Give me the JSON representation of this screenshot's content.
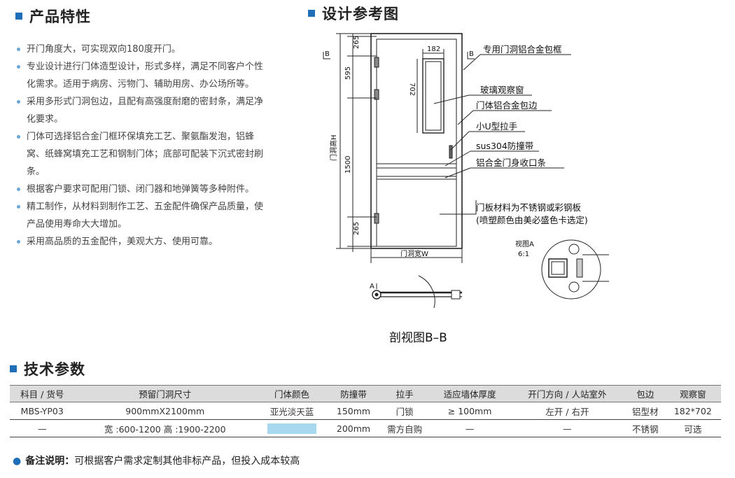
{
  "features_section": {
    "title": "产品特性",
    "items": [
      "开门角度大，可实现双向180度开门。",
      "专业设计进行门体造型设计，形式多样，满足不同客户个性化需求。适用于病房、污物门、辅助用房、办公场所等。",
      "采用多形式门洞包边，且配有高强度耐磨的密封条，满足净化要求。",
      "门体可选择铝合金门框环保填充工艺、聚氨酯发泡，铝蜂窝、纸蜂窝填充工艺和钢制门体；底部可配装下沉式密封刷条。",
      "根据客户要求可配用门锁、闭门器和地弹簧等多种附件。",
      "精工制作，从材料到制作工艺、五金配件确保产品质量，使产品使用寿命大大增加。",
      "采用高品质的五金配件，美观大方、使用可靠。"
    ]
  },
  "design_section": {
    "title": "设计参考图",
    "dims": {
      "top_265": "265",
      "upper_595": "595",
      "mid_1500": "1500",
      "bottom_265": "265",
      "window_width": "182",
      "window_height": "702",
      "door_height": "门洞高H",
      "door_width": "门洞宽W"
    },
    "markers": {
      "b_left": "B",
      "b_right": "B",
      "a_mark": "A",
      "view_a": "视图A",
      "view_scale": "6:1"
    },
    "callouts": {
      "frame": "专用门洞铝合金包框",
      "window": "玻璃观察窗",
      "wrap": "门体铝合金包边",
      "handle": "小U型拉手",
      "bumper": "sus304防撞带",
      "strip": "铝合金门身收口条",
      "panel1": "门板材料为不锈钢或彩钢板",
      "panel2": "(喷塑颜色由美必盛色卡选定)"
    },
    "section_caption": "剖视图B–B"
  },
  "tech_section": {
    "title": "技术参数",
    "headers": [
      "科目 / 货号",
      "预留门洞尺寸",
      "门体颜色",
      "防撞带",
      "拉手",
      "适应墙体厚度",
      "开门方向 / 人站室外",
      "包边",
      "观察窗"
    ],
    "row1": [
      "MBS-YP03",
      "900mmX2100mm",
      "亚光淡天蓝",
      "150mm",
      "门锁",
      "≥ 100mm",
      "左开 / 右开",
      "铝型材",
      "182*702"
    ],
    "row2": [
      "—",
      "宽 :600-1200  高 :1900-2200",
      "",
      "200mm",
      "需方自购",
      "—",
      "—",
      "不锈钢",
      "可选"
    ],
    "swatch_color": "#a8d8f0"
  },
  "note": {
    "label": "备注说明：",
    "text": "可根据客户需求定制其他非标产品，但投入成本较高"
  },
  "colors": {
    "accent": "#1e6fb8",
    "bullet": "#6aa6d8"
  }
}
